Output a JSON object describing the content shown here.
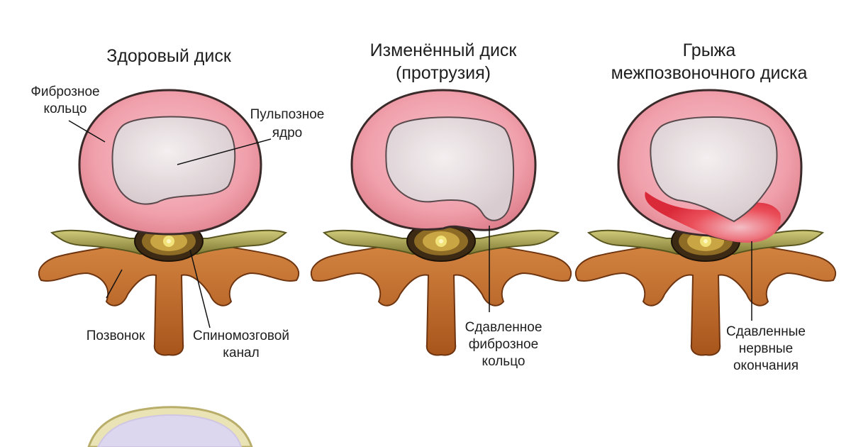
{
  "panels": [
    {
      "title": "Здоровый диск"
    },
    {
      "title_line1": "Изменённый диск",
      "title_line2": "(протрузия)"
    },
    {
      "title_line1": "Грыжа",
      "title_line2": "межпозвоночного диска"
    }
  ],
  "labels": {
    "fibrous_ring_l1": "Фиброзное",
    "fibrous_ring_l2": "кольцо",
    "nucleus_l1": "Пульпозное",
    "nucleus_l2": "ядро",
    "vertebra": "Позвонок",
    "canal_l1": "Спиномозговой",
    "canal_l2": "канал",
    "compressed_ring_l1": "Сдавленное",
    "compressed_ring_l2": "фиброзное",
    "compressed_ring_l3": "кольцо",
    "compressed_nerves_l1": "Сдавленные",
    "compressed_nerves_l2": "нервные",
    "compressed_nerves_l3": "окончания"
  },
  "colors": {
    "annulus": "#f0a4ae",
    "annulus_edge": "#3a2a2a",
    "nucleus": "#e9e1e3",
    "bone": "#c46d28",
    "nerve": "#b2ab55",
    "herniation": "#e8343f"
  }
}
